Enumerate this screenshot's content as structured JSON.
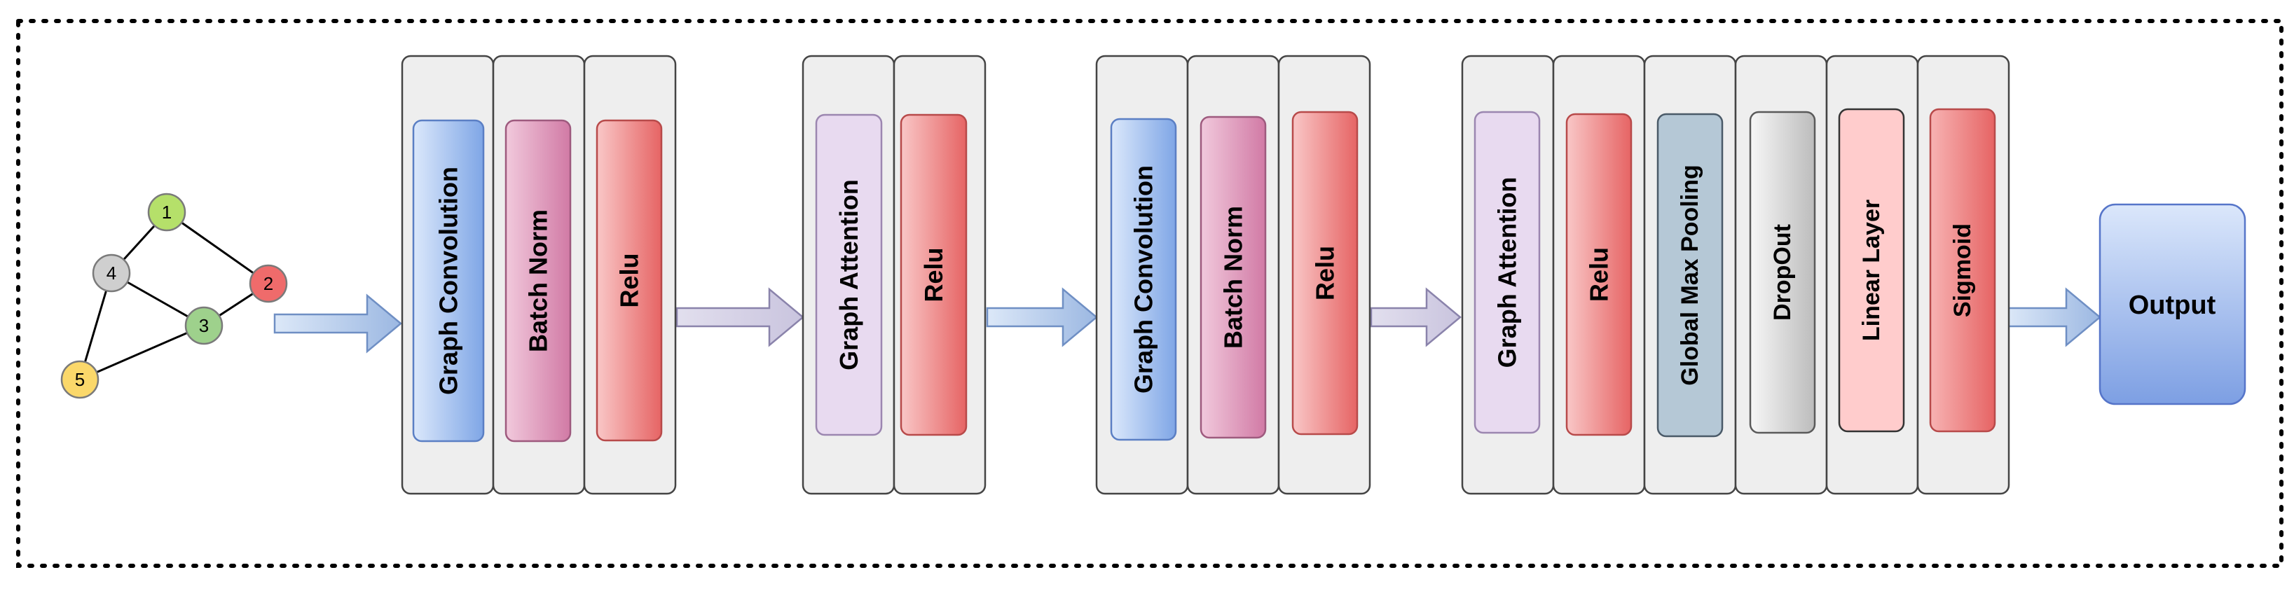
{
  "graph": {
    "nodes": [
      {
        "id": "1",
        "label": "1",
        "color": "#b5e06a"
      },
      {
        "id": "2",
        "label": "2",
        "color": "#ef6b6b"
      },
      {
        "id": "3",
        "label": "3",
        "color": "#9ed18c"
      },
      {
        "id": "4",
        "label": "4",
        "color": "#cfcfcf"
      },
      {
        "id": "5",
        "label": "5",
        "color": "#fbd86a"
      }
    ],
    "edges": [
      [
        "1",
        "4"
      ],
      [
        "1",
        "2"
      ],
      [
        "4",
        "3"
      ],
      [
        "2",
        "3"
      ],
      [
        "4",
        "5"
      ],
      [
        "5",
        "3"
      ]
    ]
  },
  "blocks": [
    {
      "layers": [
        {
          "label": "Graph Convolution",
          "type": "conv"
        },
        {
          "label": "Batch Norm",
          "type": "norm"
        },
        {
          "label": "Relu",
          "type": "relu"
        }
      ]
    },
    {
      "layers": [
        {
          "label": "Graph Attention",
          "type": "attn"
        },
        {
          "label": "Relu",
          "type": "relu"
        }
      ]
    },
    {
      "layers": [
        {
          "label": "Graph Convolution",
          "type": "conv"
        },
        {
          "label": "Batch Norm",
          "type": "norm"
        },
        {
          "label": "Relu",
          "type": "relu"
        }
      ]
    },
    {
      "layers": [
        {
          "label": "Graph Attention",
          "type": "attn"
        },
        {
          "label": "Relu",
          "type": "relu"
        },
        {
          "label": "Global Max Pooling",
          "type": "pool"
        },
        {
          "label": "DropOut",
          "type": "drop"
        },
        {
          "label": "Linear Layer",
          "type": "linear"
        },
        {
          "label": "Sigmoid",
          "type": "sigmoid"
        }
      ]
    }
  ],
  "output": {
    "label": "Output"
  },
  "colors": {
    "conv": [
      "#dbe8fb",
      "#7fa6e6",
      "#5b7fc4"
    ],
    "norm": [
      "#f1c9dc",
      "#d17aa5",
      "#9e5a7e"
    ],
    "relu": [
      "#f9c7c7",
      "#e66464",
      "#b84a4a"
    ],
    "attn": [
      "#e8daf0",
      "#e8daf0",
      "#9b86b0"
    ],
    "pool": [
      "#b5c8d6",
      "#b5c8d6",
      "#4a5a68"
    ],
    "drop": [
      "#f7f7f7",
      "#bcbcbc",
      "#5a5a5a"
    ],
    "linear": [
      "#ffcccc",
      "#ffcccc",
      "#333333"
    ],
    "sigmoid": [
      "#f7b3b3",
      "#e66464",
      "#b84a4a"
    ],
    "output": [
      "#dbe7fb",
      "#7d9fe3",
      "#5675c9"
    ],
    "arrow_blue": [
      "#dce8f8",
      "#9cb8e2",
      "#6f8fc4"
    ],
    "arrow_purple": [
      "#e2dfee",
      "#c9c4de",
      "#8a83ab"
    ],
    "panel": [
      "#eeeeee",
      "#444444"
    ]
  }
}
